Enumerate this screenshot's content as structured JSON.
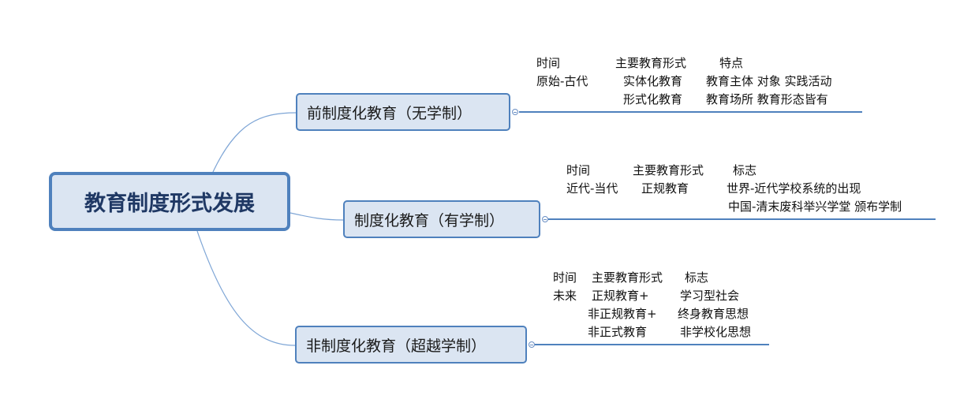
{
  "central": {
    "title": "教育制度形式发展"
  },
  "branches": [
    {
      "label": "前制度化教育（无学制）",
      "header": {
        "time": "时间",
        "form": "主要教育形式",
        "feature": "特点"
      },
      "rows": [
        {
          "time": "原始-古代",
          "form": "实体化教育",
          "feature": "教育主体 对象  实践活动"
        },
        {
          "form": "形式化教育",
          "feature": "教育场所 教育形态皆有"
        }
      ]
    },
    {
      "label": "制度化教育（有学制）",
      "header": {
        "time": "时间",
        "form": "主要教育形式",
        "feature": "标志"
      },
      "rows": [
        {
          "time": "近代-当代",
          "form": "正规教育",
          "feature": "世界-近代学校系统的出现"
        },
        {
          "feature": "中国-清末废科举兴学堂 颁布学制"
        }
      ]
    },
    {
      "label": "非制度化教育（超越学制）",
      "header": {
        "time": "时间",
        "form": "主要教育形式",
        "feature": "标志"
      },
      "rows": [
        {
          "time": "未来",
          "form": "正规教育+",
          "feature": "学习型社会"
        },
        {
          "form": "非正规教育+",
          "feature": "终身教育思想"
        },
        {
          "form": "非正式教育",
          "feature": "非学校化思想"
        }
      ]
    }
  ],
  "colors": {
    "accent": "#4f81bd",
    "fill": "#dbe5f2",
    "connector": "#7fa6d6"
  }
}
